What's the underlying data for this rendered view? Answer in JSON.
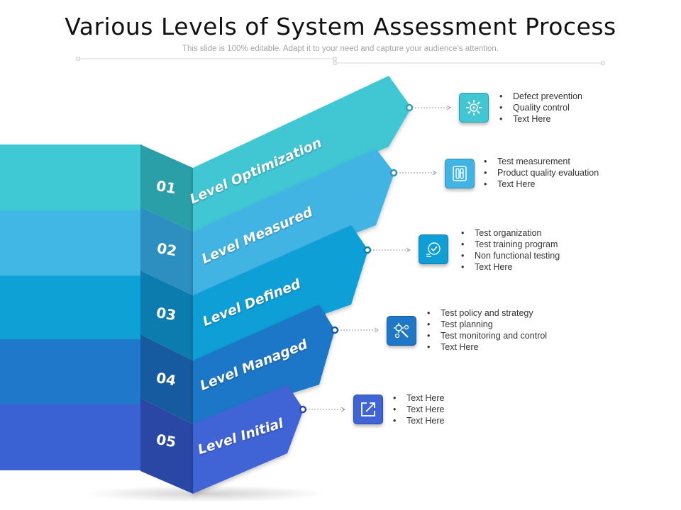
{
  "title": "Various Levels of System Assessment Process",
  "subtitle": "This slide is 100% editable. Adapt it to your need and capture your audience’s attention.",
  "levels": [
    {
      "number": "01",
      "name": "Level Optimization",
      "colors": {
        "left": "#3ec9d5",
        "side": "#2a9fa8",
        "front": "#40c7d3"
      },
      "icon": "gear-icon",
      "bullets": [
        "Defect prevention",
        "Quality control",
        "Text Here"
      ]
    },
    {
      "number": "02",
      "name": "Level Measured",
      "colors": {
        "left": "#40b7e5",
        "side": "#2c8fbf",
        "front": "#42b4e4"
      },
      "icon": "test-tubes-icon",
      "bullets": [
        "Test measurement",
        "Product quality evaluation",
        "Text Here"
      ]
    },
    {
      "number": "03",
      "name": "Level Defined",
      "colors": {
        "left": "#0da1d6",
        "side": "#0b7cad",
        "front": "#0f9fd6"
      },
      "icon": "checklist-icon",
      "bullets": [
        "Test organization",
        "Test training program",
        "Non functional testing",
        "Text Here"
      ]
    },
    {
      "number": "04",
      "name": "Level Managed",
      "colors": {
        "left": "#1f78c9",
        "side": "#165aa0",
        "front": "#1f77c8"
      },
      "icon": "gear-wrench-icon",
      "bullets": [
        "Test policy and strategy",
        "Test planning",
        "Test monitoring and control",
        "Text Here"
      ]
    },
    {
      "number": "05",
      "name": "Level Initial",
      "colors": {
        "left": "#3b62d2",
        "side": "#2a47a6",
        "front": "#3f64d6"
      },
      "icon": "external-link-icon",
      "bullets": [
        "Text Here",
        "Text Here",
        "Text Here"
      ]
    }
  ]
}
